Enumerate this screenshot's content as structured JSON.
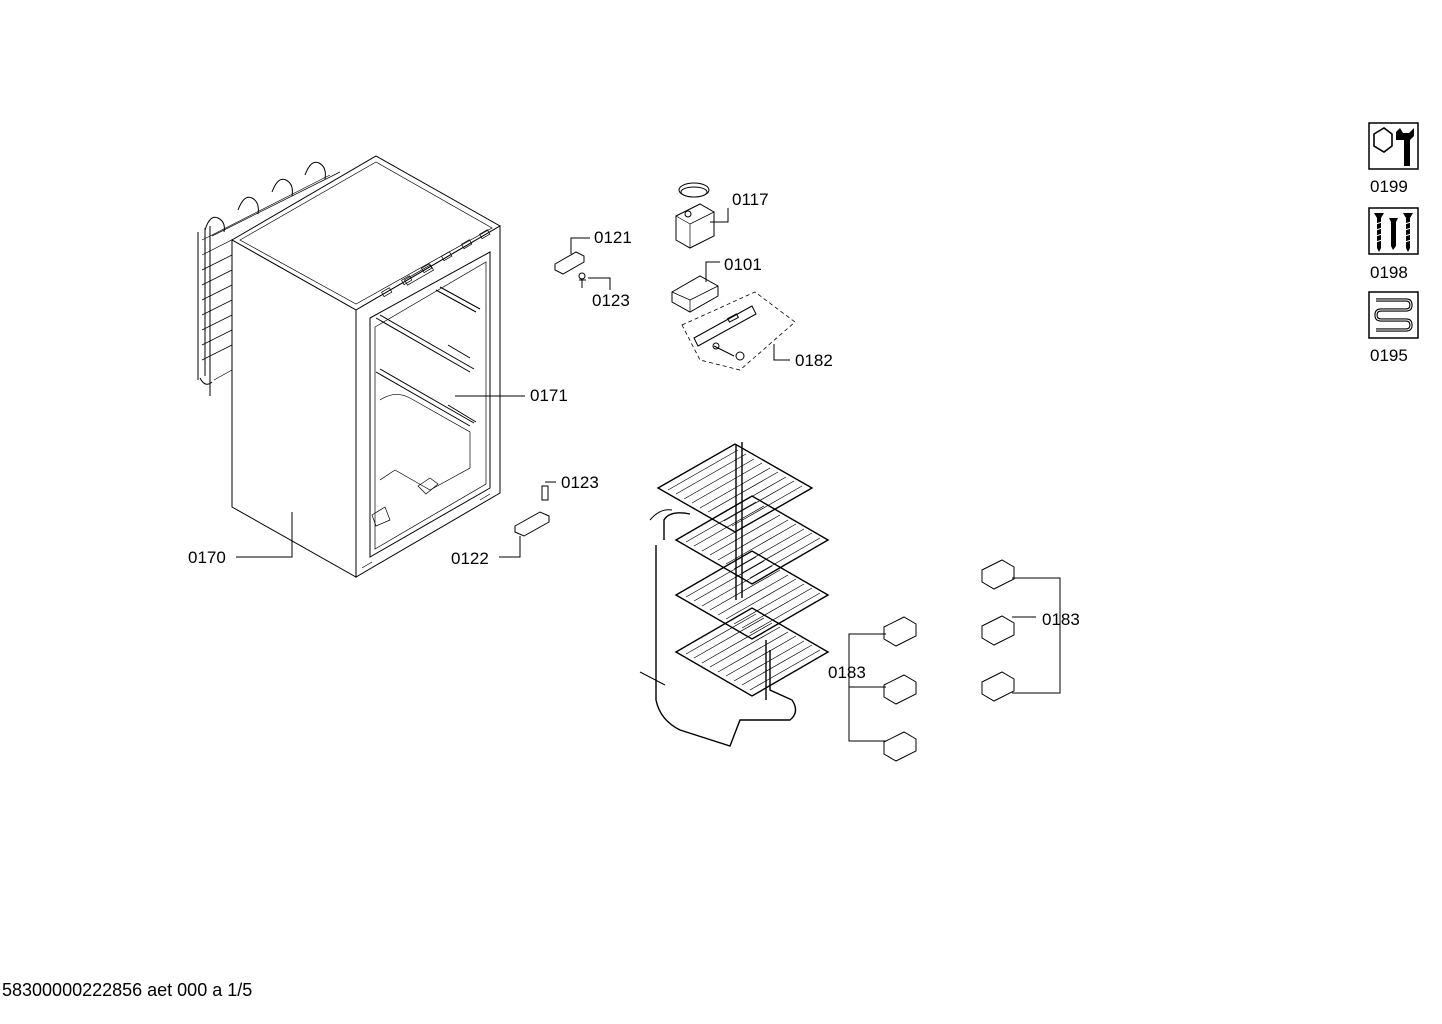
{
  "labels": {
    "l0117": "0117",
    "l0121": "0121",
    "l0123a": "0123",
    "l0101": "0101",
    "l0182": "0182",
    "l0171": "0171",
    "l0123b": "0123",
    "l0170": "0170",
    "l0122": "0122",
    "l0183a": "0183",
    "l0183b": "0183"
  },
  "service_icons": [
    {
      "code": "0199",
      "icon": "wrench-nut-icon"
    },
    {
      "code": "0198",
      "icon": "screws-icon"
    },
    {
      "code": "0195",
      "icon": "heating-coil-icon"
    }
  ],
  "footer": {
    "text": "58300000222856 aet 000 a 1/5"
  }
}
